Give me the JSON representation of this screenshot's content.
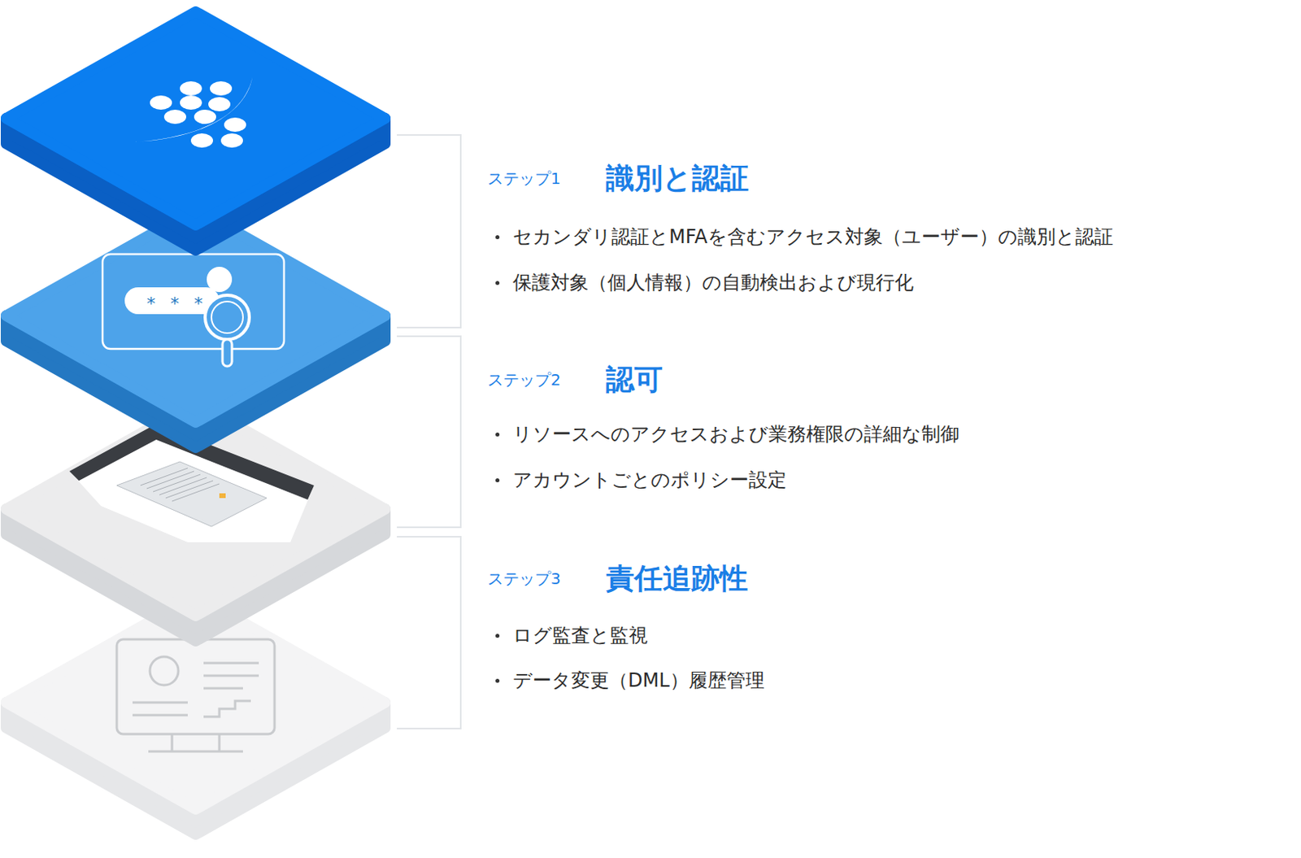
{
  "diagram": {
    "labels": [
      "ステップ1",
      "識別と認証",
      "セカンダリ認証とMFAを含むアクセス対象（ユーザー）の識別と認証",
      "保護対象（個人情報）の自動検出および現行化",
      "ステップ2",
      "認可",
      "リソースへのアクセスおよび業務権限の詳細な制御",
      "アカウントごとのポリシー設定",
      "ステップ3",
      "責任追跡性",
      "ログ監査と監視",
      "データ変更（DML）履歴管理"
    ]
  }
}
